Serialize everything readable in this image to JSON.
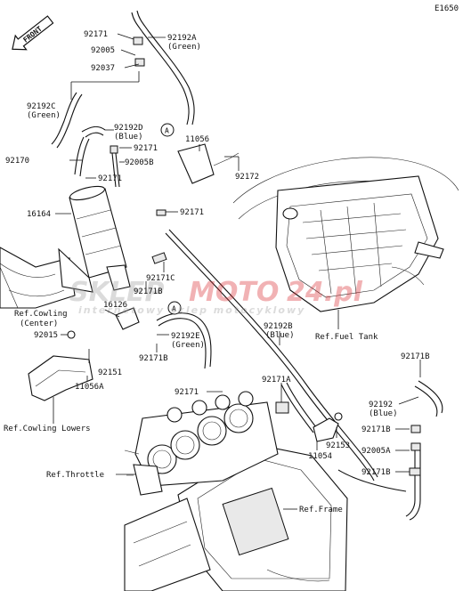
{
  "diagram_code": "E1650",
  "front_label": "FRONT",
  "watermark": {
    "brand_left": "SKLEP",
    "brand_right": "MOTO",
    "brand_suffix": "24.pl",
    "tagline": "internetowy sklep motocyklowy",
    "color": "#d9262a"
  },
  "callout_letter": "A",
  "labels": {
    "p92171_a": "92171",
    "p92192a": "92192A",
    "p92192a_color": "(Green)",
    "p92005": "92005",
    "p92037": "92037",
    "p92192c": "92192C",
    "p92192c_color": "(Green)",
    "p92192d": "92192D",
    "p92192d_color": "(Blue)",
    "p92171_b": "92171",
    "p11056": "11056",
    "p92170": "92170",
    "p92005b": "92005B",
    "p92171_c": "92171",
    "p92172": "92172",
    "p16164": "16164",
    "p92171_d": "92171",
    "p92171c": "92171C",
    "p92171b_a": "92171B",
    "p16126": "16126",
    "ref_cowling_center_1": "Ref.Cowling",
    "ref_cowling_center_2": "(Center)",
    "p92015": "92015",
    "p92192e": "92192E",
    "p92192e_color": "(Green)",
    "p92171b_b": "92171B",
    "p92151": "92151",
    "p11056a": "11056A",
    "ref_cowling_lowers": "Ref.Cowling Lowers",
    "p92171_e": "92171",
    "p92192b": "92192B",
    "p92192b_color": "(Blue)",
    "ref_fuel_tank": "Ref.Fuel Tank",
    "p92171a": "92171A",
    "p92171b_c": "92171B",
    "p92192": "92192",
    "p92192_color": "(Blue)",
    "p92171b_d": "92171B",
    "p92153": "92153",
    "p92005a": "92005A",
    "p11054": "11054",
    "p92171b_e": "92171B",
    "ref_throttle": "Ref.Throttle",
    "ref_frame": "Ref.Frame"
  }
}
